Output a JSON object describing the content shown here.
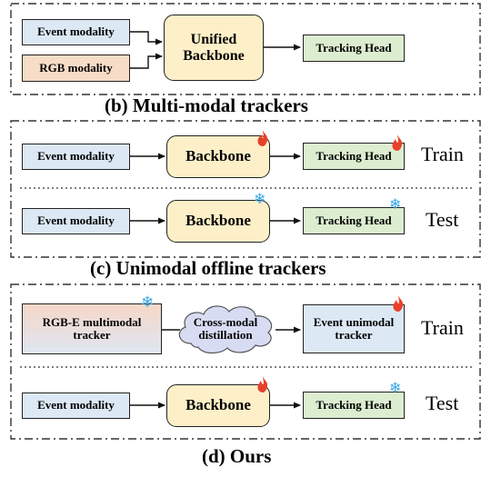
{
  "panel_b": {
    "event_label": "Event modality",
    "rgb_label": "RGB modality",
    "backbone_label": "Unified Backbone",
    "head_label": "Tracking Head",
    "caption": "(b) Multi-modal trackers"
  },
  "panel_c": {
    "train": {
      "event_label": "Event modality",
      "backbone_label": "Backbone",
      "head_label": "Tracking Head",
      "phase": "Train"
    },
    "test": {
      "event_label": "Event modality",
      "backbone_label": "Backbone",
      "head_label": "Tracking Head",
      "phase": "Test"
    },
    "caption": "(c) Unimodal offline trackers"
  },
  "panel_d": {
    "train": {
      "teacher_label": "RGB-E multimodal tracker",
      "distill_label": "Cross-modal distillation",
      "student_label": "Event unimodal tracker",
      "phase": "Train"
    },
    "test": {
      "event_label": "Event modality",
      "backbone_label": "Backbone",
      "head_label": "Tracking Head",
      "phase": "Test"
    },
    "caption": "(d) Ours"
  },
  "icons": {
    "trainable": "fire-icon",
    "frozen": "snowflake-icon"
  },
  "colors": {
    "event": "#dce8f4",
    "rgb": "#f7dcc8",
    "backbone": "#fdf0c8",
    "head": "#dcedd0",
    "cloud": "#d8dcf3",
    "fire": "#e8412a",
    "snow": "#3aa6e6"
  }
}
